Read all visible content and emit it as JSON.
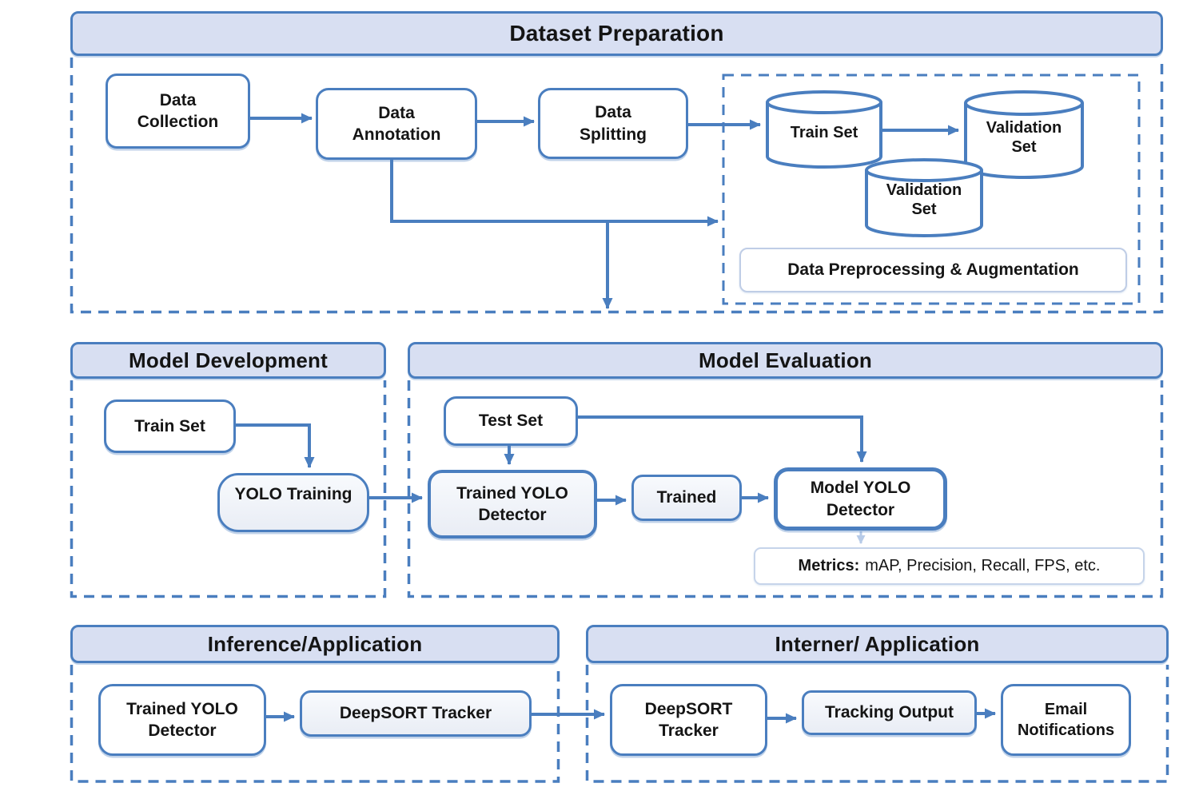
{
  "colors": {
    "accent_blue": "#4a7ebf",
    "header_fill": "#d8dff2",
    "node_fill": "#ffffff",
    "node_fill_light": "#edf0f7",
    "light_arrow": "#b7cbe8",
    "text": "#151515"
  },
  "sections": [
    {
      "id": "dataset-preparation",
      "title": "Dataset Preparation"
    },
    {
      "id": "model-development",
      "title": "Model Development"
    },
    {
      "id": "model-evaluation",
      "title": "Model Evaluation"
    },
    {
      "id": "inference-application",
      "title": "Inference/Application"
    },
    {
      "id": "interner-application",
      "title": "Interner/ Application"
    }
  ],
  "dataset_preparation": {
    "data_collection": "Data Collection",
    "data_annotation": "Data Annotation",
    "data_splitting": "Data Splitting",
    "train_set_db": "Train Set",
    "validation_set_db_right": "Validation Set",
    "validation_set_db_mid": "Validation Set",
    "preprocessing": "Data Preprocessing & Augmentation"
  },
  "model_development": {
    "train_set": "Train Set",
    "yolo_training": "YOLO Training"
  },
  "model_evaluation": {
    "test_set": "Test Set",
    "trained_yolo_detector": "Trained YOLO Detector",
    "trained": "Trained",
    "model_yolo_detector": "Model YOLO Detector",
    "metrics_label": "Metrics:",
    "metrics_values": "mAP, Precision, Recall, FPS, etc."
  },
  "inference_application": {
    "trained_yolo_detector": "Trained YOLO Detector",
    "deepsort_tracker": "DeepSORT Tracker"
  },
  "interner_application": {
    "deepsort_tracker": "DeepSORT Tracker",
    "tracking_output": "Tracking Output",
    "email_notifications": "Email Notifications"
  }
}
